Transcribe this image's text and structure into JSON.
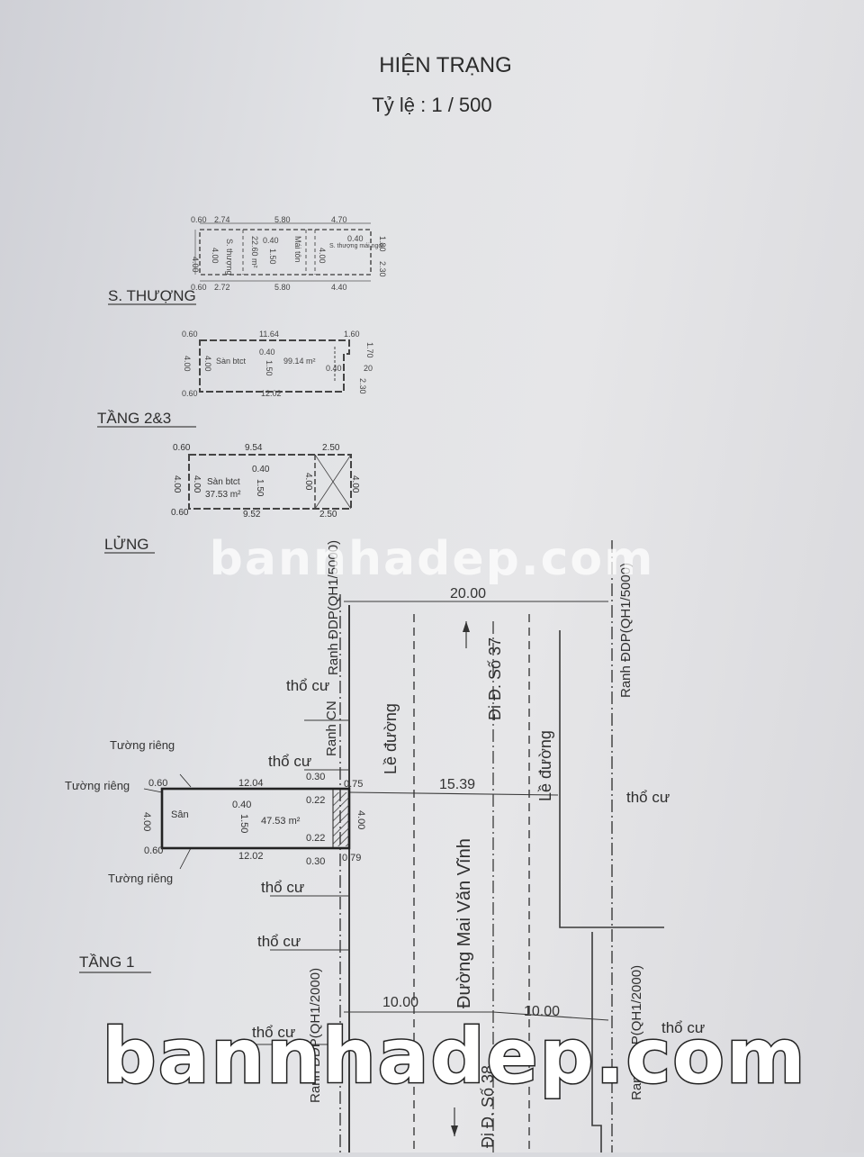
{
  "title": "HIỆN TRẠNG",
  "scale": "Tỷ lệ  : 1 / 500",
  "sections": {
    "thuong": "S. THƯỢNG",
    "tang23": "TẦNG 2&3",
    "lung": "LỬNG",
    "tang1": "TẦNG 1"
  },
  "thuong_plan": {
    "d_060a": "0.60",
    "d_274": "2.74",
    "d_580a": "5.80",
    "d_470": "4.70",
    "d_180": "1.80",
    "d_400a": "4.00",
    "d_400b": "4.00",
    "d_040a": "0.40",
    "d_150": "1.50",
    "d_400c": "4.00",
    "d_040b": "0.40",
    "d_230": "2.30",
    "d_060b": "0.60",
    "d_272": "2.72",
    "d_580b": "5.80",
    "d_440": "4.40",
    "area": "22.60 m²",
    "room1": "S. thượng",
    "room2": "S. thượng mái ngói",
    "room3": "Mái tôn"
  },
  "tang23_plan": {
    "d_060a": "0.60",
    "d_1164": "11.64",
    "d_160": "1.60",
    "d_170": "1.70",
    "d_400": "4.00",
    "d_400b": "4.00",
    "d_040a": "0.40",
    "d_150": "1.50",
    "d_area": "99.14 m²",
    "d_020": "20",
    "d_040b": "0.40",
    "d_230": "2.30",
    "d_060b": "0.60",
    "d_1202": "12.02",
    "room": "Sàn btct"
  },
  "lung_plan": {
    "d_060a": "0.60",
    "d_954": "9.54",
    "d_250a": "2.50",
    "d_400a": "4.00",
    "d_400b": "4.00",
    "d_400c": "4.00",
    "d_400d": "4.00",
    "d_040": "0.40",
    "d_150": "1.50",
    "d_060b": "0.60",
    "d_952": "9.52",
    "d_250b": "2.50",
    "room": "Sàn btct",
    "area": "37.53 m²"
  },
  "tang1_plan": {
    "tuong1": "Tường riêng",
    "tuong2": "Tường riêng",
    "tuong3": "Tường riêng",
    "d_060a": "0.60",
    "d_1204": "12.04",
    "d_030a": "0.30",
    "d_075": "0.75",
    "d_400a": "4.00",
    "san": "Sân",
    "d_040": "0.40",
    "d_150": "1.50",
    "area": "47.53 m²",
    "d_022a": "0.22",
    "d_022b": "0.22",
    "d_400b": "4.00",
    "d_060b": "0.60",
    "d_1202": "12.02",
    "d_030b": "0.30",
    "d_079": "0.79"
  },
  "site": {
    "ranh_top_left": "Ranh ĐDP(QH1/5000)",
    "ranh_top_right": "Ranh ĐDP(QH1/5000)",
    "ranh_bot_left": "Ranh ĐDP(QH1/2000)",
    "ranh_bot_right": "Ranh ĐDP(QH1/2000)",
    "ranh_cn": "Ranh CN",
    "le_duong_left": "Lề đường",
    "le_duong_right": "Lề đường",
    "di_so37": "Đi Đ. Số 37",
    "di_so38": "Đi Đ. Số 38",
    "duong": "Đường Mai Văn Vĩnh",
    "w_2000": "20.00",
    "w_1539": "15.39",
    "w_1000a": "10.00",
    "w_1000b": "10.00",
    "thocu1": "thổ cư",
    "thocu2": "thổ cư",
    "thocu3": "thổ cư",
    "thocu4": "thổ cư",
    "thocu5": "thổ cư",
    "thocu6": "thổ cư",
    "thocu7": "thổ cư"
  },
  "watermark": {
    "top": "bannhadep.com",
    "bottom": "bannhadep.com"
  }
}
